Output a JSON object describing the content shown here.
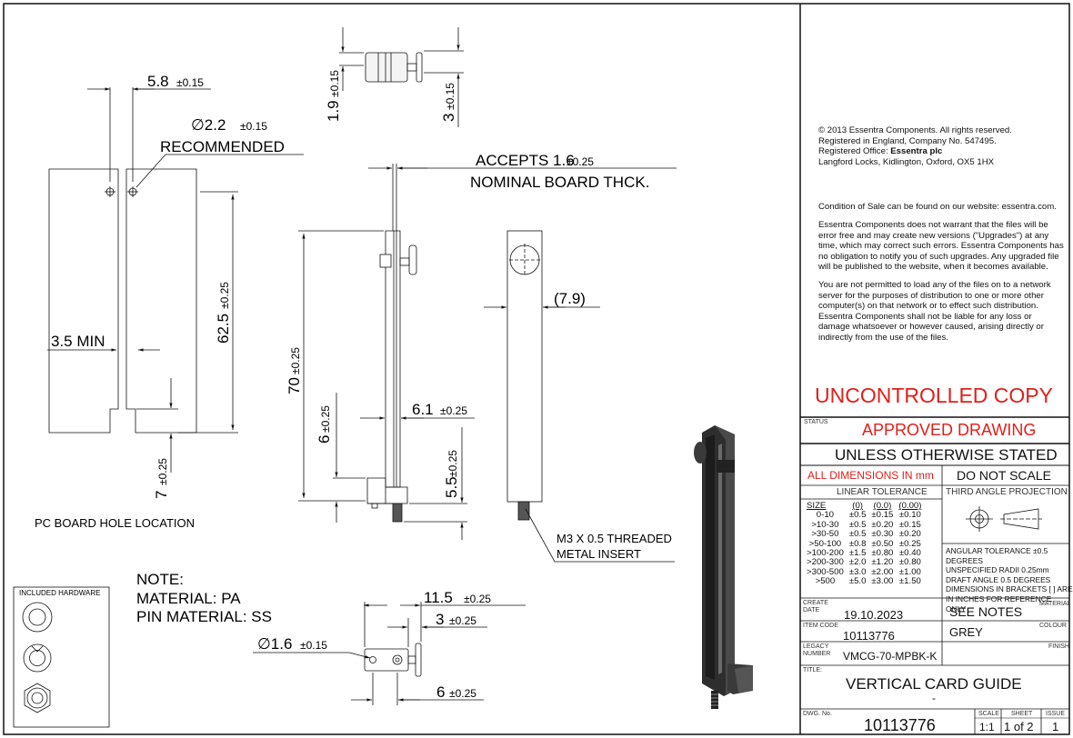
{
  "drawing": {
    "dims": {
      "d58": "5.8",
      "d58_tol": "±0.15",
      "hole_dia": "∅2.2",
      "hole_tol": "±0.15",
      "recommended": "RECOMMENDED",
      "min35": "3.5 MIN",
      "d625": "62.5",
      "d625_tol": "±0.25",
      "d7": "7",
      "d7_tol": "±0.25",
      "d19": "1.9",
      "d19_tol": "±0.15",
      "d3top": "3",
      "d3top_tol": "±0.15",
      "accepts": "ACCEPTS 1.6",
      "accepts_tol": "±0.25",
      "nominal": "NOMINAL BOARD THCK.",
      "d70": "70",
      "d70_tol": "±0.25",
      "d6v": "6",
      "d6v_tol": "±0.25",
      "d61": "6.1",
      "d61_tol": "±0.25",
      "d55": "5.5",
      "d55_tol": "±0.25",
      "d79": "(7.9)",
      "m3_line1": "M3 X 0.5 THREADED",
      "m3_line2": "METAL INSERT",
      "d115": "11.5",
      "d115_tol": "±0.25",
      "d3b": "3",
      "d3b_tol": "±0.25",
      "pin_dia": "∅1.6",
      "pin_tol": "±0.15",
      "d6b": "6",
      "d6b_tol": "±0.25"
    },
    "pcb_caption": "PC BOARD HOLE LOCATION",
    "note_lines": [
      "NOTE:",
      "MATERIAL: PA",
      "PIN MATERIAL: SS"
    ],
    "hardware_title": "INCLUDED HARDWARE"
  },
  "title_block": {
    "copyright": "© 2013 Essentra Components. All rights reserved.",
    "registered": "Registered in England, Company No. 547495.",
    "office_label": "Registered Office: ",
    "office_name": "Essentra plc",
    "address": "Langford Locks, Kidlington, Oxford, OX5 1HX",
    "condition": "Condition of Sale can be found on our website: essentra.com.",
    "warranty": "Essentra Components does not warrant that the files will be error free and may create new versions (\"Upgrades\") at any time, which may correct such errors. Essentra Components has no obligation to notify you of such upgrades. Any upgraded file will be published to the website, when it becomes available.",
    "network": "You are not permitted to load any of the files on to a network server for the purposes of distribution to one or more other computer(s) on that network or to effect such distribution. Essentra Components shall not be liable for any loss or damage whatsoever or however caused, arising directly or indirectly from the use of the files.",
    "uncontrolled": "UNCONTROLLED COPY",
    "status_label": "STATUS",
    "status": "APPROVED DRAWING",
    "unless": "UNLESS OTHERWISE STATED",
    "all_dims": "ALL DIMENSIONS IN mm",
    "do_not_scale": "DO NOT SCALE",
    "linear_tol": "LINEAR TOLERANCE",
    "third_angle": "THIRD ANGLE PROJECTION",
    "tol_header": [
      "SIZE",
      "(0)",
      "(0.0)",
      "(0.00)"
    ],
    "tol_rows": [
      [
        "0-10",
        "±0.5",
        "±0.15",
        "±0.10"
      ],
      [
        ">10-30",
        "±0.5",
        "±0.20",
        "±0.15"
      ],
      [
        ">30-50",
        "±0.5",
        "±0.30",
        "±0.20"
      ],
      [
        ">50-100",
        "±0.8",
        "±0.50",
        "±0.25"
      ],
      [
        ">100-200",
        "±1.5",
        "±0.80",
        "±0.40"
      ],
      [
        ">200-300",
        "±2.0",
        "±1.20",
        "±0.80"
      ],
      [
        ">300-500",
        "±3.0",
        "±2.00",
        "±1.00"
      ],
      [
        ">500",
        "±5.0",
        "±3.00",
        "±1.50"
      ]
    ],
    "notes": [
      "ANGULAR TOLERANCE ±0.5 DEGREES",
      "UNSPECIFIED RADII 0.25mm",
      "DRAFT ANGLE 0.5 DEGREES",
      "DIMENSIONS IN BRACKETS [ ] ARE",
      "IN INCHES FOR REFERENCE ONLY"
    ],
    "create_label": "CREATE DATE",
    "create_date": "19.10.2023",
    "material_label": "MATERIAL",
    "material": "SEE NOTES",
    "item_label": "ITEM CODE",
    "item_code": "10113776",
    "colour_label": "COLOUR",
    "colour": "GREY",
    "legacy_label": "LEGACY NUMBER",
    "legacy": "VMCG-70-MPBK-K",
    "finish_label": "FINISH",
    "title_label": "TITLE:",
    "title": "VERTICAL CARD GUIDE",
    "title_sub": "-",
    "dwg_label": "DWG. No.",
    "dwg_no": "10113776",
    "scale_label": "SCALE",
    "scale": "1:1",
    "sheet_label": "SHEET",
    "sheet": "1 of 2",
    "issue_label": "ISSUE",
    "issue": "1"
  },
  "colors": {
    "accent_red": "#e0201a",
    "line": "#111111"
  }
}
